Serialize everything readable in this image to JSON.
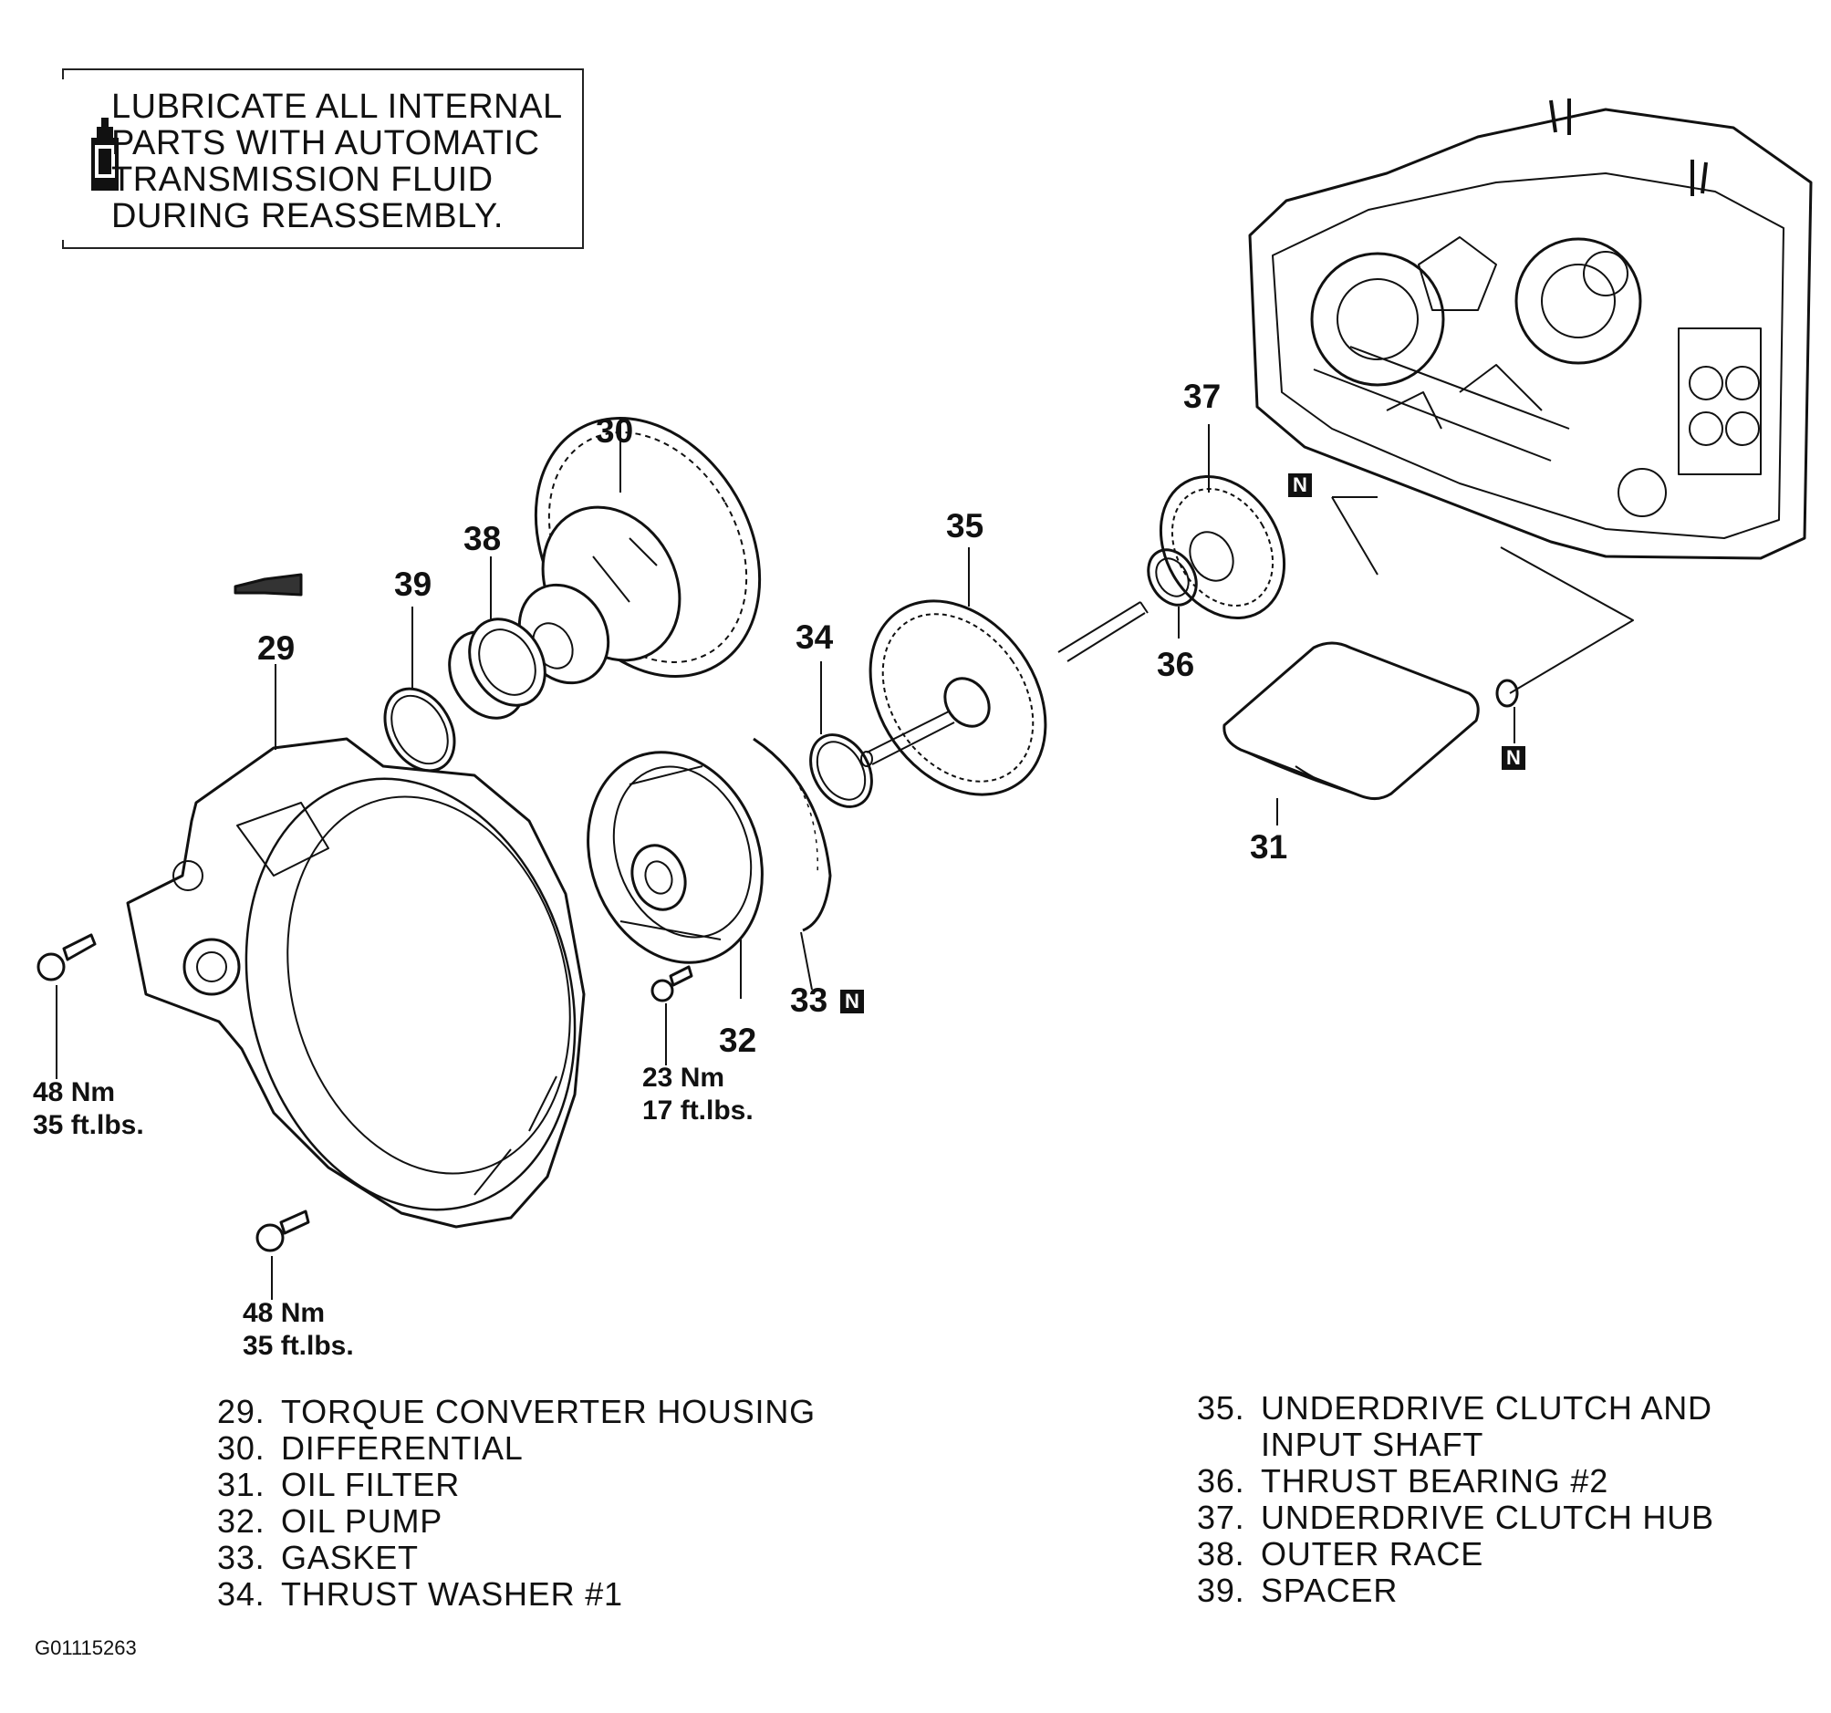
{
  "note": {
    "lines": [
      "LUBRICATE ALL INTERNAL",
      "PARTS WITH AUTOMATIC",
      "TRANSMISSION FLUID",
      "DURING REASSEMBLY."
    ]
  },
  "callouts": {
    "c29": "29",
    "c30": "30",
    "c31": "31",
    "c32": "32",
    "c33": "33",
    "c34": "34",
    "c35": "35",
    "c36": "36",
    "c37": "37",
    "c38": "38",
    "c39": "39"
  },
  "new_part_symbol": "N",
  "torque_specs": {
    "housing_left": {
      "nm": "48 Nm",
      "ftlbs": "35 ft.lbs."
    },
    "housing_bottom": {
      "nm": "48 Nm",
      "ftlbs": "35 ft.lbs."
    },
    "oil_pump": {
      "nm": "23 Nm",
      "ftlbs": "17 ft.lbs."
    }
  },
  "legend_left": [
    {
      "num": "29.",
      "name": "TORQUE CONVERTER HOUSING"
    },
    {
      "num": "30.",
      "name": "DIFFERENTIAL"
    },
    {
      "num": "31.",
      "name": "OIL FILTER"
    },
    {
      "num": "32.",
      "name": "OIL PUMP"
    },
    {
      "num": "33.",
      "name": "GASKET"
    },
    {
      "num": "34.",
      "name": "THRUST WASHER #1"
    }
  ],
  "legend_right": [
    {
      "num": "35.",
      "name": "UNDERDRIVE CLUTCH AND",
      "cont": "INPUT SHAFT"
    },
    {
      "num": "36.",
      "name": "THRUST BEARING #2"
    },
    {
      "num": "37.",
      "name": "UNDERDRIVE CLUTCH HUB"
    },
    {
      "num": "38.",
      "name": "OUTER RACE"
    },
    {
      "num": "39.",
      "name": "SPACER"
    }
  ],
  "figure_id": "G01115263"
}
